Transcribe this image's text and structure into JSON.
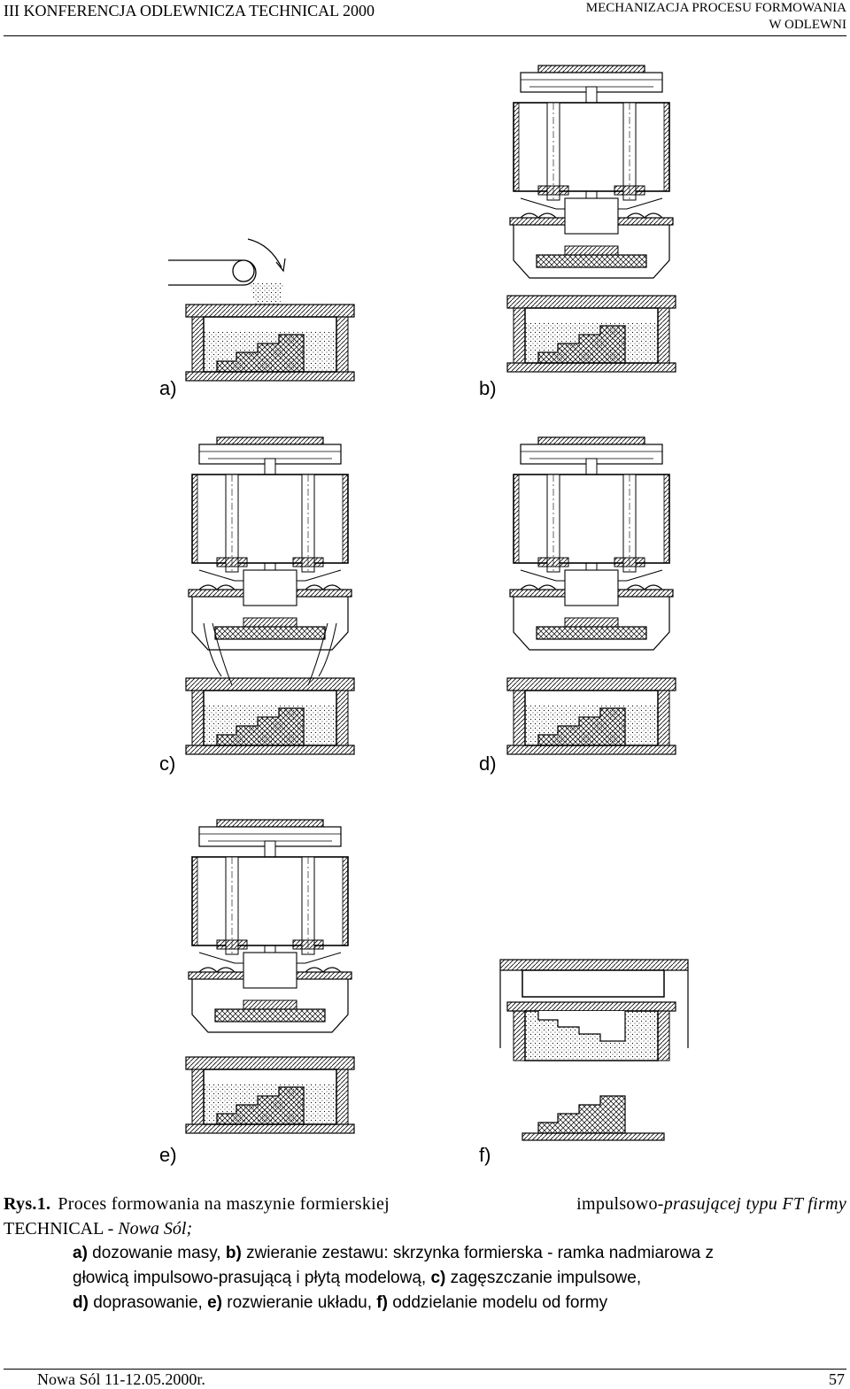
{
  "header": {
    "left": "III KONFERENCJA ODLEWNICZA TECHNICAL 2000",
    "right_line1": "MECHANIZACJA PROCESU FORMOWANIA",
    "right_line2": "W ODLEWNI"
  },
  "figure": {
    "panel_labels": [
      "a)",
      "b)",
      "c)",
      "d)",
      "e)",
      "f)"
    ]
  },
  "caption": {
    "number": "Rys.1.",
    "line1_left": "Proces formowania na maszynie formierskiej",
    "line1_right_plain": "impulsowo-",
    "line1_right_italic": "prasującej typu FT firmy",
    "line2_plain": "TECHNICAL - ",
    "line2_italic": "Nowa Sól;",
    "items_line1": [
      {
        "key": "a)",
        "text": " dozowanie masy, "
      },
      {
        "key": "b)",
        "text": " zwieranie zestawu: skrzynka formierska - ramka nadmiarowa z"
      }
    ],
    "items_line2_a": "głowicą impulsowo-prasującą i płytą modelową, ",
    "items_line2_key": "c)",
    "items_line2_b": " zagęszczanie impulsowe,",
    "items_line3": [
      {
        "key": "d)",
        "text": " doprasowanie, "
      },
      {
        "key": "e)",
        "text": " rozwieranie układu, "
      },
      {
        "key": "f)",
        "text": " oddzielanie modelu od formy"
      }
    ]
  },
  "footer": {
    "left": "Nowa Sól 11-12.05.2000r.",
    "page": "57"
  }
}
